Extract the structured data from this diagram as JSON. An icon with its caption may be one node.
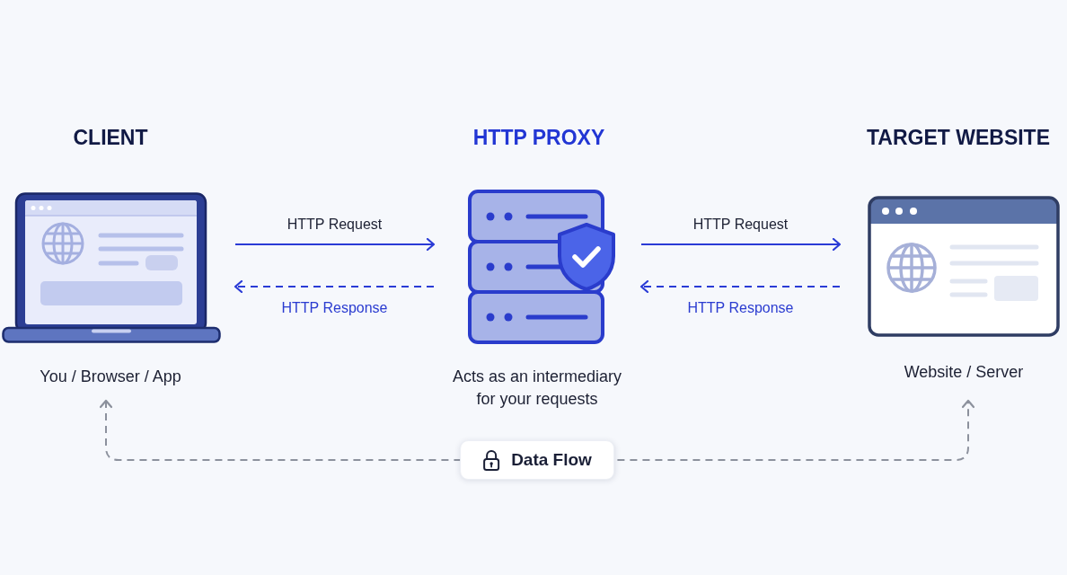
{
  "diagram": {
    "nodes": [
      {
        "text": [
          "CLIENT",
          "You / Browser / App"
        ]
      },
      {
        "text": [
          "HTTP PROXY",
          "Acts as an intermediary for your requests"
        ]
      },
      {
        "text": [
          "TARGET WEBSITE",
          "Website / Server"
        ]
      }
    ],
    "edges": [
      {
        "from": 0,
        "to": 1,
        "arrow": "to",
        "label": "HTTP Request"
      },
      {
        "from": 1,
        "to": 0,
        "arrow": "to",
        "label": "HTTP Response",
        "style": "dashed"
      },
      {
        "from": 1,
        "to": 2,
        "arrow": "to",
        "label": "HTTP Request"
      },
      {
        "from": 2,
        "to": 1,
        "arrow": "to",
        "label": "HTTP Response",
        "style": "dashed"
      },
      {
        "from": 0,
        "to": 2,
        "arrow": "both",
        "label": "Data Flow",
        "style": "dashed",
        "color": "#8c919d"
      }
    ]
  }
}
